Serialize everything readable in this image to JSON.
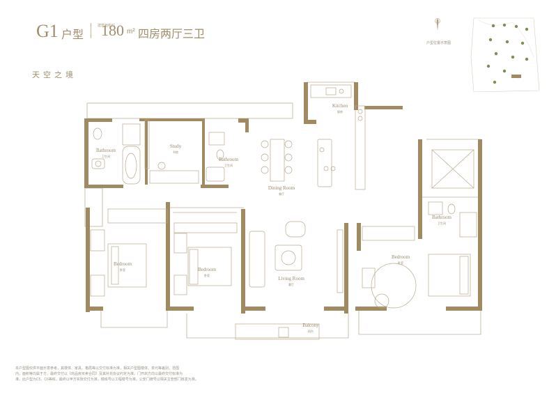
{
  "header": {
    "type_code": "G1",
    "type_suffix": "户型",
    "area_small_label": "建筑面积约",
    "area_value": "180",
    "area_unit": "m²",
    "layout": "四房两厅三卫",
    "series_name": "天空之境",
    "locator_caption": "户型位置示意图"
  },
  "rooms": {
    "kitchen": {
      "en": "Kitchen",
      "cn": "厨房"
    },
    "study": {
      "en": "Study",
      "cn": "书房"
    },
    "bath_left": {
      "en": "Bathroom",
      "cn": "卫生间"
    },
    "bath_mid": {
      "en": "Bathroom",
      "cn": "卫生间"
    },
    "bath_right": {
      "en": "Bathroom",
      "cn": "卫生间"
    },
    "dining": {
      "en": "Dining Room",
      "cn": "餐厅"
    },
    "bed_left": {
      "en": "Bedroom",
      "cn": "卧室"
    },
    "bed_mid": {
      "en": "Bedroom",
      "cn": "卧室"
    },
    "bed_right": {
      "en": "Bedroom",
      "cn": "卧室"
    },
    "living": {
      "en": "Living Room",
      "cn": "客厅"
    },
    "balcony": {
      "en": "Balcony",
      "cn": "阳台"
    }
  },
  "notes": [
    "本户型图仅供平面示意参考，其楼体、家具、格局等以交付标准为准，相关户型图楼体、单元等差别，范围",
    "内，面积等均属于方，最终交付以《商品房买卖合同》及其补充协议约定为准。门开启方向以最终交付标准为",
    "准，此户型为C5、C6等栋，最终以甲方实际交付为准，楼栋号以工程楼号为准，公安门牌号以相关主管部门核发为准。"
  ],
  "colors": {
    "wall": "#a08a62",
    "line": "#b8a98c",
    "accent": "#a08d6a"
  }
}
